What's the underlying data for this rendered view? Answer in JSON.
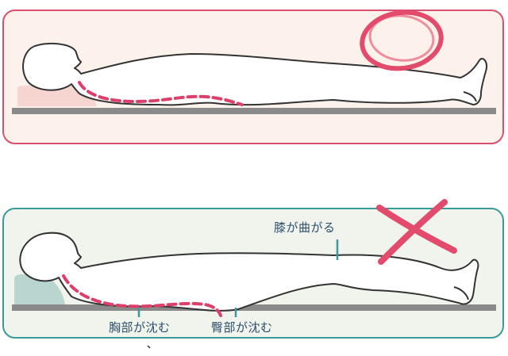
{
  "colors": {
    "good_border": "#d9506f",
    "good_bg": "#fdf1ec",
    "bad_border": "#3a9a95",
    "bad_bg": "#f1f3ed",
    "spine_dash": "#dd3f6a",
    "label_text": "#2c4e6b"
  },
  "good_panel": {
    "mark_icon": "circle-mark-icon"
  },
  "bad_panel": {
    "mark_icon": "cross-mark-icon",
    "labels": {
      "knee": "膝が曲がる",
      "chest": "胸部が沈む",
      "hip": "臀部が沈む"
    }
  }
}
